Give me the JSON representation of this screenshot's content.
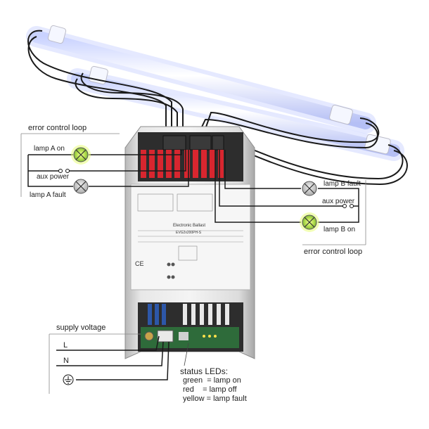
{
  "left_loop": {
    "title": "error control loop",
    "lamp_on": "lamp A on",
    "aux_power": "aux power",
    "lamp_fault": "lamp A fault"
  },
  "right_loop": {
    "title": "error control loop",
    "lamp_fault": "lamp B fault",
    "aux_power": "aux power",
    "lamp_on": "lamp B on"
  },
  "supply": {
    "title": "supply voltage",
    "line": "L",
    "neutral": "N",
    "ground_symbol": "ground-icon"
  },
  "legend": {
    "title": "status LEDs:",
    "items": [
      "green  = lamp on",
      "red    = lamp off",
      "yellow = lamp fault"
    ]
  },
  "ballast": {
    "name": "Electronic Ballast",
    "model": "EVG2x200PH-S",
    "ce_mark": "CE"
  },
  "colors": {
    "lamp_on": "#9be04a",
    "lamp_off": "#c8c8c8",
    "tube_glow": "#dfe6ff",
    "connector_red": "#d8262f",
    "wire": "#1a1a1a",
    "pcb_green": "#2e6b3a"
  }
}
